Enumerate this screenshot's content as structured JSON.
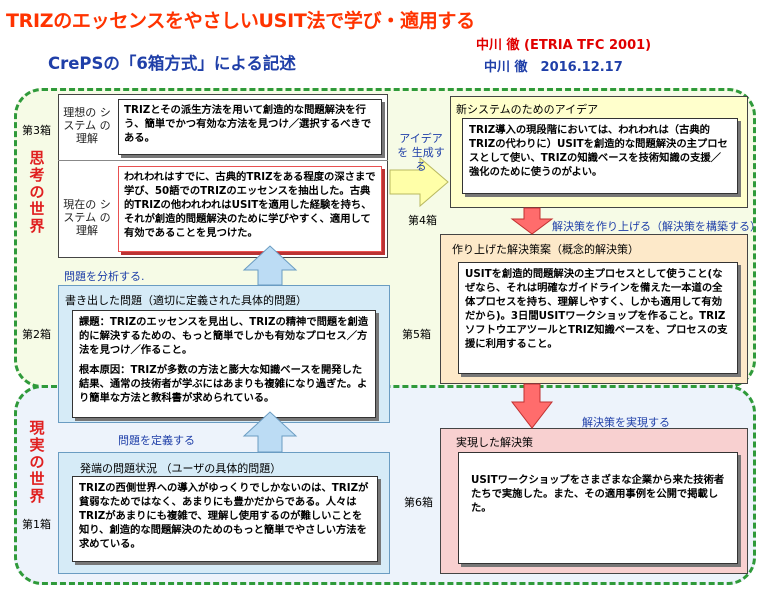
{
  "title": "TRIZのエッセンスをやさしいUSIT法で学び・適用する",
  "author_en": "中川 徹 (ETRIA TFC 2001)",
  "subtitle": "CrePSの「6箱方式」による記述",
  "author_date": "中川 徹　2016.12.17",
  "worlds": {
    "think": "思考の世界",
    "real": "現実の世界"
  },
  "box_labels": {
    "b1": "第1箱",
    "b2": "第2箱",
    "b3": "第3箱",
    "b4": "第4箱",
    "b5": "第5箱",
    "b6": "第6箱"
  },
  "box3": {
    "ideal_label": "理想の システム の理解",
    "ideal_text": "TRIZとその派生方法を用いて創造的な問題解決を行う、簡単でかつ有効な方法を見つけ／選択するべきである。",
    "current_label": "現在の システム の理解",
    "current_text": "われわれはすでに、古典的TRIZをある程度の深さまで学び、50語でのTRIZのエッセンスを抽出した。古典的TRIZの他われわれはUSITを適用した経験を持ち、それが創造的問題解決のために学びやすく、適用して有効であることを見つけた。"
  },
  "box2": {
    "title": "書き出した問題（適切に定義された具体的問題）",
    "problem": "課題：TRIZのエッセンスを見出し、TRIZの精神で問題を創造的に解決するための、もっと簡単でしかも有効なプロセス／方法を見つけ／作ること。",
    "root_cause": "根本原因：TRIZが多数の方法と膨大な知識ベースを開発した結果、通常の技術者が学ぶにはあまりも複雑になり過ぎた。より簡単な方法と教科書が求められている。"
  },
  "box1": {
    "title": "発端の問題状況 （ユーザの具体的問題）",
    "text": "TRIZの西側世界への導入がゆっくりでしかないのは、TRIZが貧弱なためではなく、あまりにも豊かだからである。人々はTRIZがあまりにも複雑で、理解し使用するのが難しいことを知り、創造的な問題解決のためのもっと簡単でやさしい方法を求めている。"
  },
  "box4": {
    "title": "新システムのためのアイデア",
    "text": "TRIZ導入の現段階においては、われわれは（古典的TRIZの代わりに）USITを創造的な問題解決の主プロセスとして使い、TRIZの知識ベースを技術知識の支援／強化のために使うのがよい。"
  },
  "box5": {
    "title": "作り上げた解決策案（概念的解決策）",
    "text": "USITを創造的問題解決の主プロセスとして使うこと(なぜなら、それは明確なガイドラインを備えた一本道の全体プロセスを持ち、理解しやすく、しかも適用して有効だから)。3日間USITワークショップを作ること。TRIZソフトウエアツールとTRIZ知識ベースを、プロセスの支援に利用すること。"
  },
  "box6": {
    "title": "実現した解決策",
    "text": "USITワークショップをさまざまな企業から来た技術者たちで実施した。また、その適用事例を公開で掲載した。"
  },
  "arrows": {
    "define": "問題を定義する",
    "analyze": "問題を分析する.",
    "generate": "アイデアを 生成する",
    "build": "解決策を作り上げる（解決策を構築する）",
    "implement": "解決策を実現する"
  },
  "colors": {
    "title": "#ff3300",
    "subtitle": "#1f3fa8",
    "region_border": "#2f9a3a",
    "world_label": "#e02020",
    "blue_box": "#d6ebf7",
    "yellow_box": "#ffffcc",
    "orange_box": "#fde9c9",
    "pink_box": "#f8d0d0",
    "up_arrow": "#bcdcf4",
    "right_arrow": "#ffffa8",
    "down_arrow": "#ff6c6c"
  },
  "icons": [
    "up-arrow",
    "right-arrow",
    "down-arrow"
  ]
}
